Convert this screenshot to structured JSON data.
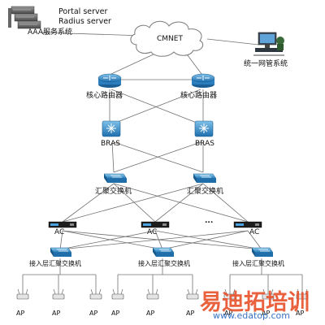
{
  "colors": {
    "line": "#6b6b6b",
    "cloud_stroke": "#777777",
    "router_fill": "#2f88c8",
    "switch_fill": "#2d8fcf",
    "ac_fill": "#222222",
    "ap_fill": "#dddddd",
    "watermark": "#e8502a",
    "watermark_url": "#3a74c4"
  },
  "icons": {
    "server": "server-rack-icon",
    "cloud": "cloud-icon",
    "router": "router-icon",
    "bras": "bras-icon",
    "switch": "switch-icon",
    "ac": "access-controller-icon",
    "ap": "access-point-icon",
    "nms": "workstation-icon"
  },
  "servers": {
    "portal": "Portal server",
    "radius": "Radius server",
    "aaa": "AAA服务系统"
  },
  "cloud": {
    "label": "CMNET"
  },
  "nms": {
    "label": "统一网管系统"
  },
  "core_routers": {
    "left": "核心路由器",
    "right": "核心路由器"
  },
  "bras": {
    "left": "BRAS",
    "right": "BRAS"
  },
  "aggregation": {
    "left": "汇聚交换机",
    "right": "汇聚交换机"
  },
  "ac": {
    "c1": "AC",
    "c2": "AC",
    "c3": "AC",
    "ellipsis": "..."
  },
  "access_switches": {
    "s1": "接入层汇聚交换机",
    "s2": "接入层汇聚交换机",
    "s3": "接入层汇聚交换机"
  },
  "aps": [
    "AP",
    "AP",
    "AP",
    "AP",
    "AP",
    "AP",
    "AP",
    "AP",
    "AP"
  ],
  "watermark": {
    "text": "易迪拓培训",
    "url": "www.edatop.com"
  }
}
